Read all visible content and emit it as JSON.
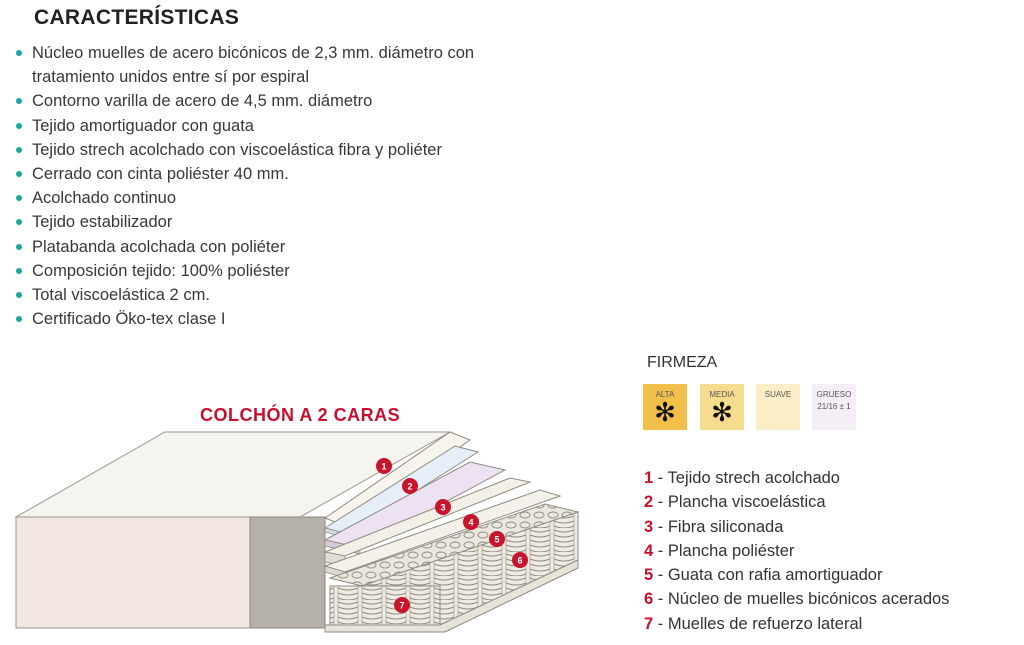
{
  "heading": "CARACTERÍSTICAS",
  "features": [
    "Núcleo muelles de acero bicónicos de 2,3 mm. diámetro con",
    "tratamiento unidos entre sí por espiral",
    "Contorno varilla de acero de 4,5 mm. diámetro",
    "Tejido amortiguador con guata",
    "Tejido strech acolchado con viscoelástica fibra y poliéter",
    "Cerrado con cinta poliéster 40 mm.",
    "Acolchado continuo",
    "Tejido estabilizador",
    "Platabanda acolchada con poliéter",
    "Composición tejido: 100% poliéster",
    "Total viscoelástica 2 cm.",
    "Certificado Öko-tex clase I"
  ],
  "firmeza": {
    "title": "FIRMEZA",
    "levels": [
      {
        "label": "ALTA",
        "star": "✻",
        "color": "#f2c04a"
      },
      {
        "label": "MEDIA",
        "star": "✻",
        "color": "#f6dc8e"
      },
      {
        "label": "SUAVE",
        "star": "",
        "color": "#fbeec6"
      },
      {
        "label": "GRUESO",
        "sub": "21/16 ± 1",
        "star": "",
        "color": "#f6eef6"
      }
    ]
  },
  "diagram_title": "COLCHÓN A 2 CARAS",
  "layer_numbers": [
    "1",
    "2",
    "3",
    "4",
    "5",
    "6",
    "7"
  ],
  "legend": [
    {
      "num": "1",
      "text": " - Tejido strech acolchado"
    },
    {
      "num": "2",
      "text": " - Plancha viscoelástica"
    },
    {
      "num": "3",
      "text": " - Fibra siliconada"
    },
    {
      "num": "4",
      "text": " - Plancha poliéster"
    },
    {
      "num": "5",
      "text": " - Guata con rafia amortiguador"
    },
    {
      "num": "6",
      "text": " - Núcleo de muelles bicónicos acerados"
    },
    {
      "num": "7",
      "text": " - Muelles de refuerzo lateral"
    }
  ],
  "colors": {
    "bullet": "#1aa7a0",
    "accent_red": "#c8102e",
    "badge_red": "#c8142c",
    "mattress_side": "#f3e7e3",
    "mattress_end": "#b6b1a8",
    "layer_fill": "#f4f1ea",
    "layer_purple": "#e9dff0",
    "layer_blue": "#e6eef8"
  }
}
